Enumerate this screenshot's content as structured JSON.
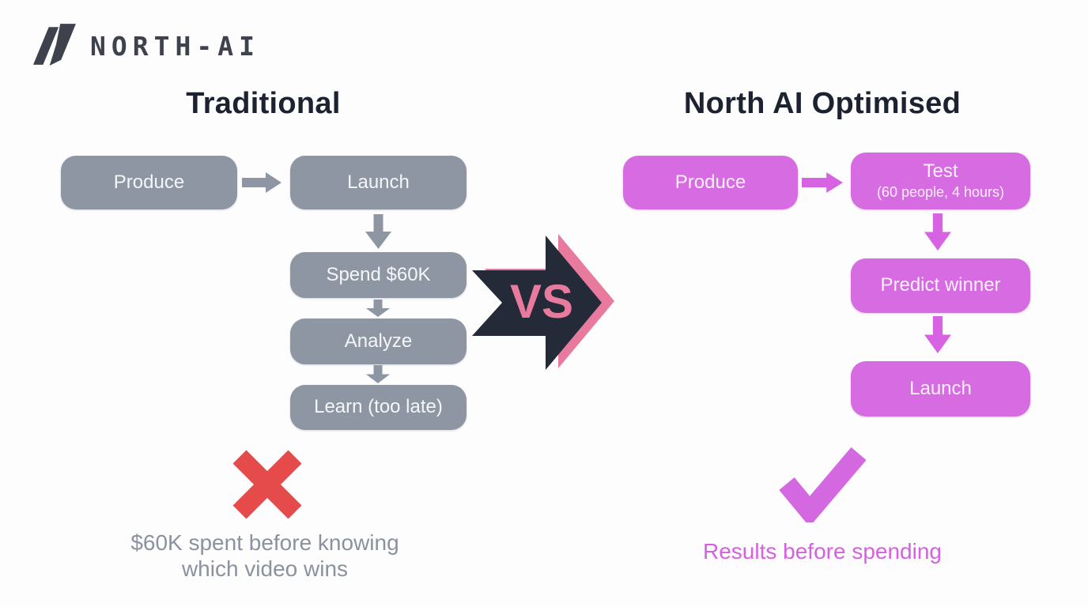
{
  "brand": {
    "name": "NORTH-AI",
    "logo_icon": "two-slash-mark"
  },
  "comparison": {
    "traditional": {
      "title": "Traditional",
      "steps": [
        {
          "label": "Produce"
        },
        {
          "label": "Launch"
        },
        {
          "label": "Spend $60K"
        },
        {
          "label": "Analyze"
        },
        {
          "label": "Learn (too late)"
        }
      ],
      "verdict_icon": "x-mark",
      "caption": {
        "line1": "$60K spent before knowing",
        "line2": "which video wins"
      }
    },
    "optimised": {
      "title": "North AI Optimised",
      "steps": [
        {
          "label": "Produce"
        },
        {
          "label": "Test",
          "sublabel": "(60 people, 4 hours)"
        },
        {
          "label": "Predict winner"
        },
        {
          "label": "Launch"
        }
      ],
      "verdict_icon": "check-mark",
      "caption": {
        "line1": "Results before spending"
      }
    },
    "versus_label": "VS"
  },
  "colors": {
    "traditional_step": "#8E96A4",
    "optimised_step": "#D76CE2",
    "arrow_gray": "#8E96A4",
    "arrow_magenta": "#D863E2",
    "x_mark": "#E64B4B",
    "check_mark": "#D468E0",
    "versus_dark": "#242A38",
    "versus_pink": "#E87B9D",
    "heading_text": "#1C2230",
    "caption_gray": "#8B919D",
    "caption_magenta": "#D65FE2",
    "logo_text": "#3D424C"
  }
}
